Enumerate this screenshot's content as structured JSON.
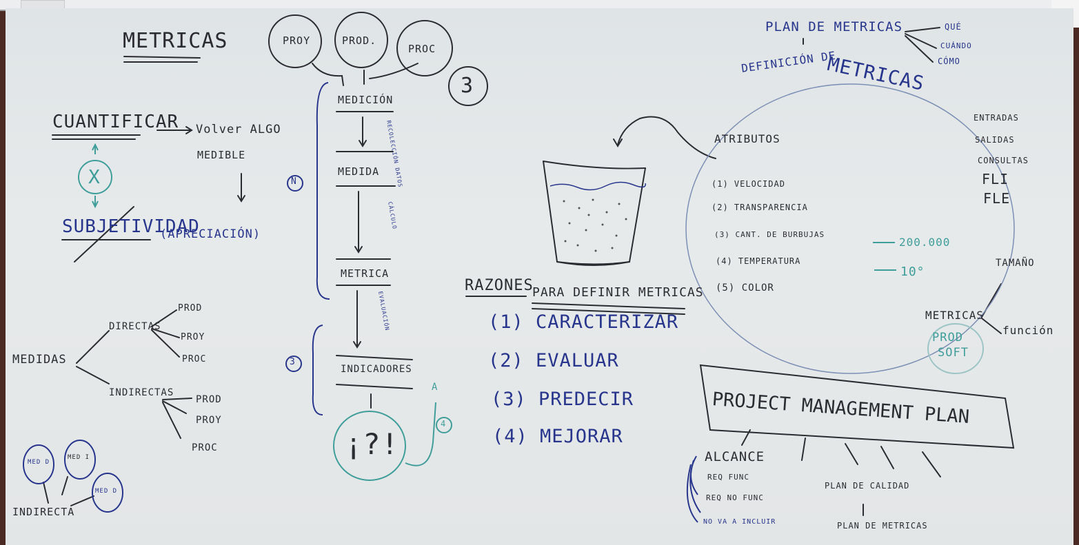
{
  "board": {
    "title": "METRICAS",
    "cuantificar": {
      "word": "CUANTIFICAR",
      "result_line1": "Volver ALGO",
      "result_line2": "MEDIBLE",
      "cross": "X",
      "subjetividad": "SUBJETIVIDAD",
      "apreciacion": "(APRECIACIÓN)"
    },
    "medidas": {
      "root": "MEDIDAS",
      "directas": "DIRECTAS",
      "indirectas": "INDIRECTAS",
      "directas_items": [
        "PROD",
        "PROY",
        "PROC"
      ],
      "indirectas_items": [
        "PROD",
        "PROY",
        "PROC"
      ]
    },
    "bottom_left": {
      "circles": [
        "MED D",
        "MED I",
        "MED D"
      ],
      "result": "INDIRECTA"
    },
    "flow": {
      "top_circles": [
        "PROY",
        "PROD.",
        "PROC"
      ],
      "number": "3",
      "steps": [
        "MEDICIÓN",
        "MEDIDA",
        "METRICA",
        "INDICADORES"
      ],
      "arrow_notes": [
        "RECOLECCIÓN DATOS",
        "CÁLCULO",
        "EVALUACIÓN"
      ],
      "side_numbers": [
        "N",
        "3",
        "4"
      ],
      "end_symbol": "¡?!",
      "end_arrow_label": "A"
    },
    "razones": {
      "title_1": "RAZONES",
      "title_2": "PARA DEFINIR METRICAS",
      "items": [
        "(1) CARACTERIZAR",
        "(2) EVALUAR",
        "(3) PREDECIR",
        "(4) MEJORAR"
      ]
    },
    "definicion": {
      "plan": "PLAN DE METRICAS",
      "plan_items": [
        "QUÉ",
        "CUÁNDO",
        "CÓMO"
      ],
      "arc_title_1": "DEFINICIÓN DE",
      "arc_title_2": "METRICAS",
      "atributos": "ATRIBUTOS",
      "attributes": [
        "(1) VELOCIDAD",
        "(2) TRANSPARENCIA",
        "(3) CANT. DE BURBUJAS",
        "(4) TEMPERATURA",
        "(5) COLOR"
      ],
      "values": [
        "200.000",
        "10°"
      ],
      "right_list": [
        "ENTRADAS",
        "SALIDAS",
        "CONSULTAS",
        "FLI",
        "FLE"
      ],
      "metricas": "METRICAS",
      "tamano": "TAMAÑO",
      "funcion": "función",
      "prod_soft_1": "PROD",
      "prod_soft_2": "SOFT"
    },
    "pmp": {
      "title": "PROJECT MANAGEMENT PLAN",
      "alcance": "ALCANCE",
      "alcance_items": [
        "REQ FUNC",
        "REQ NO FUNC",
        "NO VA A INCLUIR"
      ],
      "plan_calidad": "PLAN DE CALIDAD",
      "plan_metricas": "PLAN DE METRICAS"
    }
  },
  "colors": {
    "black_marker": "#2b2b32",
    "blue_marker": "#27358c",
    "teal_marker": "#3f9e9a"
  }
}
